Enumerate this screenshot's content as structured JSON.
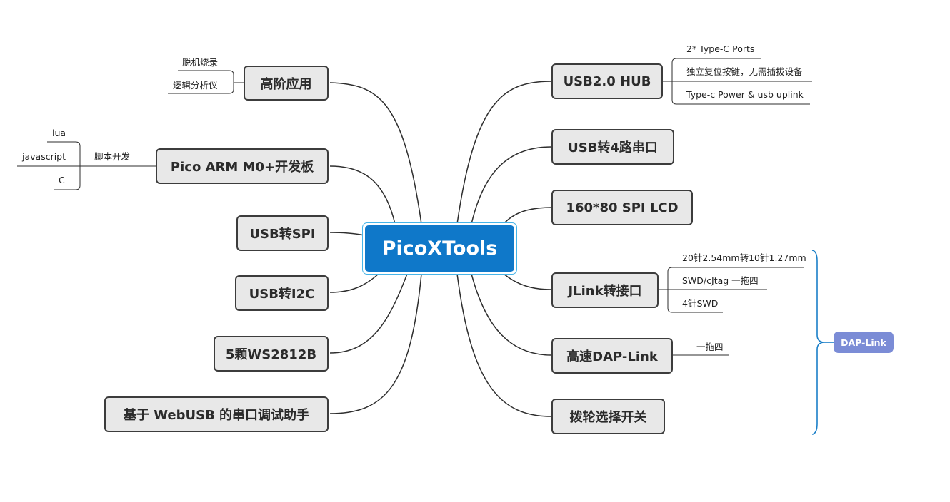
{
  "central": "PicoXTools",
  "left": {
    "advanced": {
      "label": "高阶应用",
      "children": [
        "脱机烧录",
        "逻辑分析仪"
      ]
    },
    "board": {
      "label": "Pico ARM M0+开发板",
      "script": "脚本开发",
      "children": [
        "lua",
        "javascript",
        "C"
      ]
    },
    "spi": {
      "label": "USB转SPI"
    },
    "i2c": {
      "label": "USB转I2C"
    },
    "ws2812": {
      "label": "5颗WS2812B"
    },
    "webusb": {
      "label": "基于 WebUSB 的串口调试助手"
    }
  },
  "right": {
    "hub": {
      "label": "USB2.0 HUB",
      "children": [
        "2* Type-C Ports",
        "独立复位按键，无需插拔设备",
        "Type-c Power & usb uplink"
      ]
    },
    "uart": {
      "label": "USB转4路串口"
    },
    "lcd": {
      "label": "160*80 SPI LCD"
    },
    "jlink": {
      "label": "JLink转接口",
      "children": [
        "20针2.54mm转10针1.27mm",
        "SWD/cJtag 一拖四",
        "4针SWD"
      ]
    },
    "dap": {
      "label": "高速DAP-Link",
      "children": [
        "一拖四"
      ]
    },
    "switch": {
      "label": "拨轮选择开关"
    }
  },
  "summary": {
    "label": "DAP-Link",
    "color": "#7b8cd6"
  },
  "colors": {
    "central_fill": "#0f78c9",
    "central_outline": "#46b4e8",
    "bracket": "#1a7fc8",
    "node_fill": "#e8e8e8",
    "node_border": "#3c3c3c"
  }
}
